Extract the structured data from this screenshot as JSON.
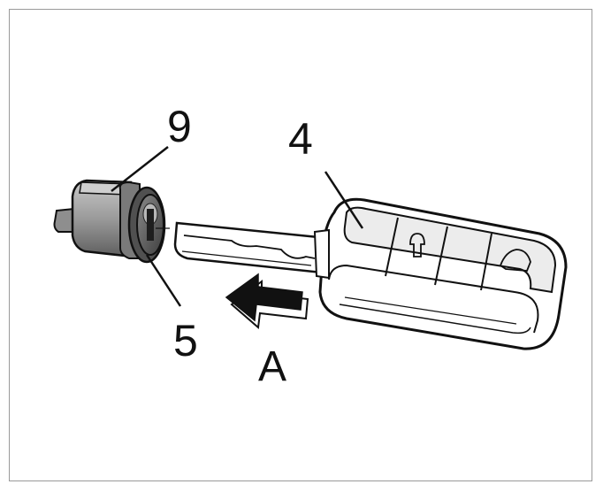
{
  "labels": {
    "lock_cylinder": "9",
    "key": "4",
    "seal": "5",
    "direction": "A"
  },
  "colors": {
    "line": "#111111",
    "cylinder_dark": "#6e6e6e",
    "cylinder_mid": "#a4a4a4",
    "cylinder_light": "#d6d6d6",
    "key_shade": "#e4e4e4"
  },
  "icons": {
    "arrow": "insertion-arrow-icon"
  }
}
